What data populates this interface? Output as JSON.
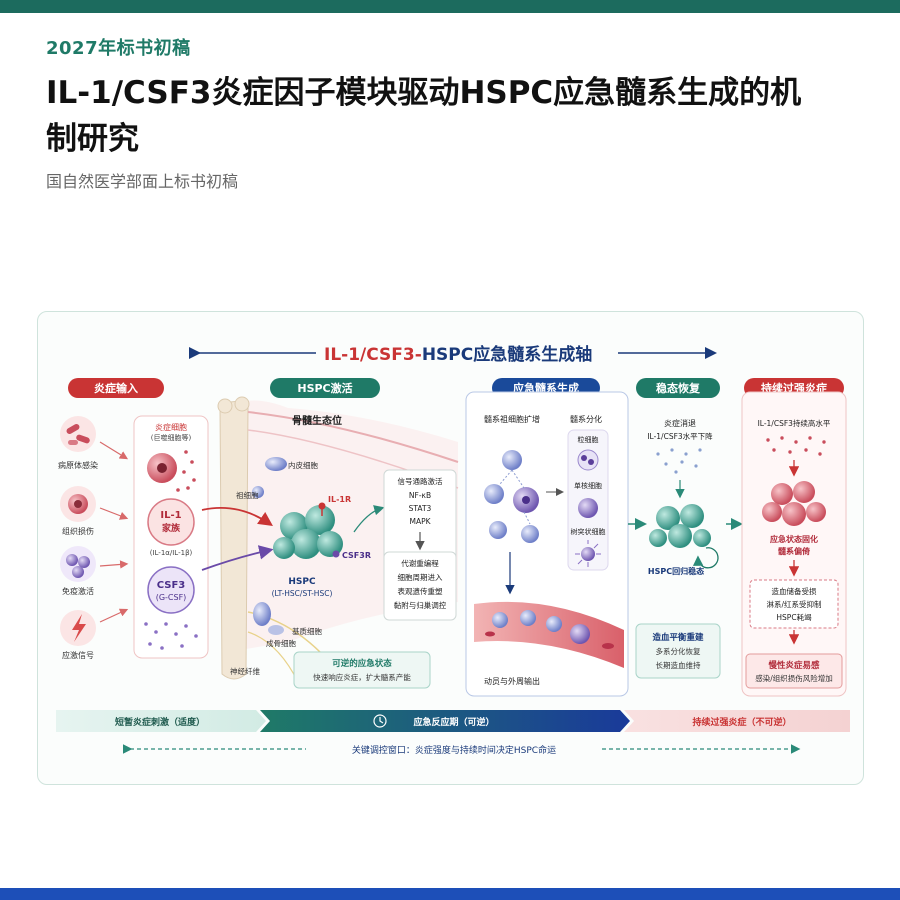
{
  "header": {
    "kicker": "2027年标书初稿",
    "title_line1": "IL-1/CSF3炎症因子模块驱动HSPC应急髓系生成的机",
    "title_line2": "制研究",
    "subtitle": "国自然医学部面上标书初稿"
  },
  "diagram": {
    "axis_title": {
      "part1": "IL-1/",
      "part2": "CSF3-",
      "part3": "HSPC应急髓系生成轴"
    },
    "sections": {
      "input": "炎症输入",
      "activation": "HSPC激活",
      "emergency": "应急髓系生成",
      "recovery": "稳态恢复",
      "chronic": "持续过强炎症"
    },
    "inputs": {
      "pathogen": "病原体感染",
      "tissue": "组织损伤",
      "immune": "免疫激活",
      "stress": "应激信号"
    },
    "factors": {
      "cells_title": "炎症细胞",
      "cells_sub": "(巨噬细胞等)",
      "il1_line1": "IL-1",
      "il1_line2": "家族",
      "il1_sub": "(IL-1α/IL-1β)",
      "csf3_line1": "CSF3",
      "csf3_line2": "(G-CSF)"
    },
    "niche": {
      "title": "骨髓生态位",
      "endothelial": "内皮细胞",
      "progenitor": "祖细胞",
      "osteoblast": "成骨细胞",
      "stromal": "基质细胞",
      "nerve": "神经纤维",
      "il1r": "IL-1R",
      "csf3r": "CSF3R",
      "hspc": "HSPC",
      "hspc_sub": "(LT-HSC/ST-HSC)",
      "reversible_title": "可逆的应急状态",
      "reversible_sub": "快速响应炎症，扩大髓系产能"
    },
    "signaling": {
      "title": "信号通路激活",
      "items": [
        "NF-κB",
        "STAT3",
        "MAPK"
      ],
      "effects": [
        "代谢重编程",
        "细胞周期进入",
        "表观遗传重塑",
        "黏附与归巢调控"
      ]
    },
    "emergency": {
      "expansion": "髓系祖细胞扩增",
      "differentiation": "髓系分化",
      "granulocyte": "粒细胞",
      "monocyte": "单核细胞",
      "dendritic": "树突状细胞",
      "mobilization": "动员与外周输出"
    },
    "recovery": {
      "resolve_line1": "炎症消退",
      "resolve_line2": "IL-1/CSF3水平下降",
      "homing": "HSPC回归稳态",
      "rebuild_title": "造血平衡重建",
      "rebuild_1": "多系分化恢复",
      "rebuild_2": "长期造血维持"
    },
    "chronic": {
      "persist": "IL-1/CSF3持续高水平",
      "fixation_1": "应急状态固化",
      "fixation_2": "髓系偏倚",
      "harm_1": "造血储备受损",
      "harm_2": "淋系/红系受抑制",
      "harm_3": "HSPC耗竭",
      "risk_title": "慢性炎症易感",
      "risk_sub": "感染/组织损伤风险增加"
    },
    "timeline": {
      "phase1": "短暂炎症刺激（适度）",
      "phase2": "应急反应期（可逆）",
      "phase3": "持续过强炎症（不可逆）",
      "window": "关键调控窗口：炎症强度与持续时间决定HSPC命运"
    },
    "colors": {
      "teal": "#1f7a67",
      "navy": "#1a3a7a",
      "red": "#c93434",
      "purple": "#6a4aa8"
    }
  }
}
